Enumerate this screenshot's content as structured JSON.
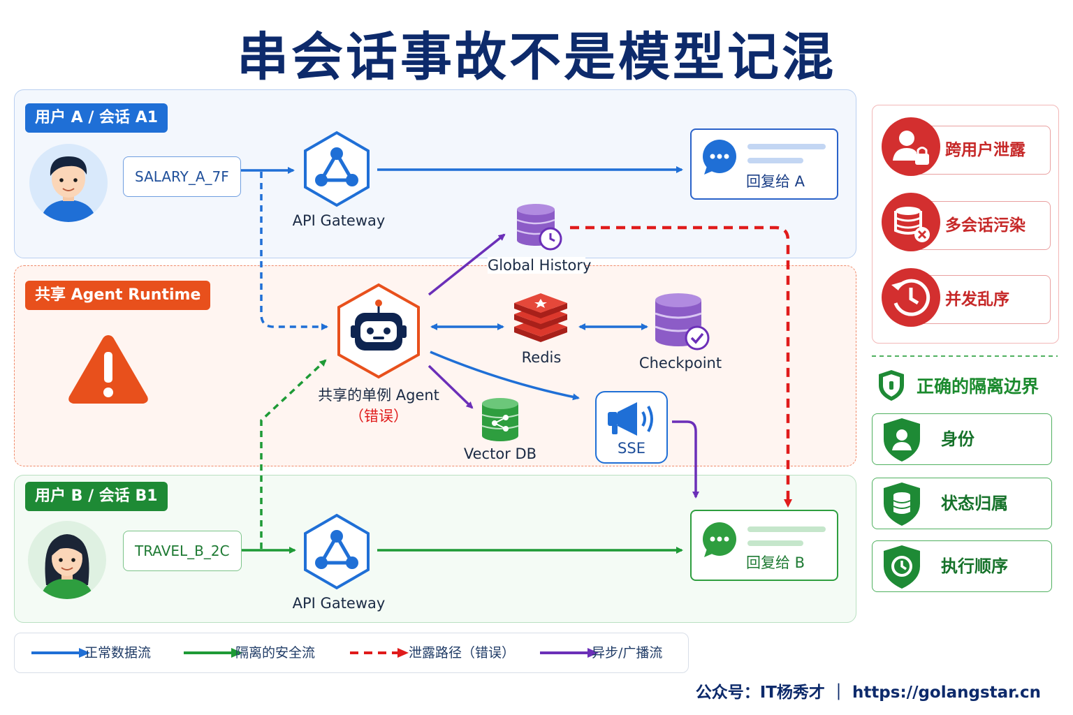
{
  "title": "串会话事故不是模型记混",
  "user_a": {
    "tag": "用户 A / 会话 A1",
    "token": "SALARY_A_7F",
    "gateway_label": "API Gateway",
    "reply_label": "回复给 A"
  },
  "runtime": {
    "tag": "共享 Agent Runtime",
    "agent_label": "共享的单例 Agent",
    "agent_error": "（错误）",
    "global_history": "Global History",
    "redis": "Redis",
    "checkpoint": "Checkpoint",
    "vector_db": "Vector DB",
    "sse": "SSE"
  },
  "user_b": {
    "tag": "用户 B / 会话 B1",
    "token": "TRAVEL_B_2C",
    "gateway_label": "API Gateway",
    "reply_label": "回复给 B"
  },
  "risks": [
    {
      "label": "跨用户泄露",
      "icon": "user-lock-icon"
    },
    {
      "label": "多会话污染",
      "icon": "database-x-icon"
    },
    {
      "label": "并发乱序",
      "icon": "clock-history-icon"
    }
  ],
  "boundary": {
    "title": "正确的隔离边界",
    "items": [
      {
        "label": "身份",
        "icon": "shield-user-icon"
      },
      {
        "label": "状态归属",
        "icon": "shield-database-icon"
      },
      {
        "label": "执行顺序",
        "icon": "shield-clock-icon"
      }
    ]
  },
  "legend": [
    {
      "label": "正常数据流",
      "color": "#1f6fd6",
      "style": "solid"
    },
    {
      "label": "隔离的安全流",
      "color": "#1e9a36",
      "style": "solid"
    },
    {
      "label": "泄露路径（错误）",
      "color": "#e01b1b",
      "style": "dashed"
    },
    {
      "label": "异步/广播流",
      "color": "#6b2fb8",
      "style": "solid"
    }
  ],
  "footer": "公众号：IT杨秀才 ｜ https://golangstar.cn",
  "colors": {
    "blue": "#1f6fd6",
    "green": "#1e9a36",
    "red": "#e01b1b",
    "purple": "#6b2fb8",
    "orange": "#e8501c",
    "title": "#0d2a6b"
  }
}
